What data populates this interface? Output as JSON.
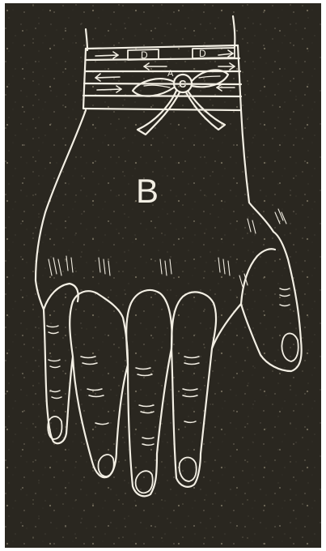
{
  "colors": {
    "background": "#2a2720",
    "line": "#f3efe4",
    "border": "#ffffff"
  },
  "labels": {
    "hand": "B",
    "band_left": "D",
    "band_right": "D",
    "band_center": "A",
    "knot": "C"
  }
}
